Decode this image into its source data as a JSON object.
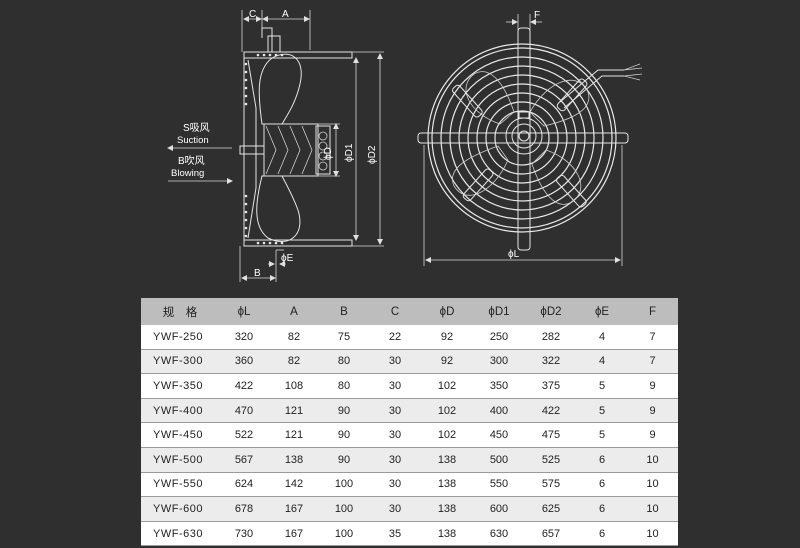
{
  "side_view": {
    "labels": {
      "c": "C",
      "a": "A",
      "b": "B",
      "phi_e": "ϕE",
      "phi_d": "ϕD",
      "phi_d1": "ϕD1",
      "phi_d2": "ϕD2"
    },
    "airflow": {
      "suction_cn": "S吸风",
      "suction_en": "Suction",
      "blowing_cn": "B吹风",
      "blowing_en": "Blowing"
    }
  },
  "front_view": {
    "labels": {
      "f": "F",
      "phi_l": "ϕL"
    }
  },
  "colors": {
    "background": "#2f2f2f",
    "line": "#e6e6e6",
    "header_bg": "#bdbdbd",
    "row_white": "#ffffff",
    "row_grey": "#ececec"
  },
  "table": {
    "headers": [
      "规　格",
      "ϕL",
      "A",
      "B",
      "C",
      "ϕD",
      "ϕD1",
      "ϕD2",
      "ϕE",
      "F"
    ],
    "rows": [
      [
        "YWF-250",
        "320",
        "82",
        "75",
        "22",
        "92",
        "250",
        "282",
        "4",
        "7"
      ],
      [
        "YWF-300",
        "360",
        "82",
        "80",
        "30",
        "92",
        "300",
        "322",
        "4",
        "7"
      ],
      [
        "YWF-350",
        "422",
        "108",
        "80",
        "30",
        "102",
        "350",
        "375",
        "5",
        "9"
      ],
      [
        "YWF-400",
        "470",
        "121",
        "90",
        "30",
        "102",
        "400",
        "422",
        "5",
        "9"
      ],
      [
        "YWF-450",
        "522",
        "121",
        "90",
        "30",
        "102",
        "450",
        "475",
        "5",
        "9"
      ],
      [
        "YWF-500",
        "567",
        "138",
        "90",
        "30",
        "138",
        "500",
        "525",
        "6",
        "10"
      ],
      [
        "YWF-550",
        "624",
        "142",
        "100",
        "30",
        "138",
        "550",
        "575",
        "6",
        "10"
      ],
      [
        "YWF-600",
        "678",
        "167",
        "100",
        "30",
        "138",
        "600",
        "625",
        "6",
        "10"
      ],
      [
        "YWF-630",
        "730",
        "167",
        "100",
        "35",
        "138",
        "630",
        "657",
        "6",
        "10"
      ]
    ]
  }
}
